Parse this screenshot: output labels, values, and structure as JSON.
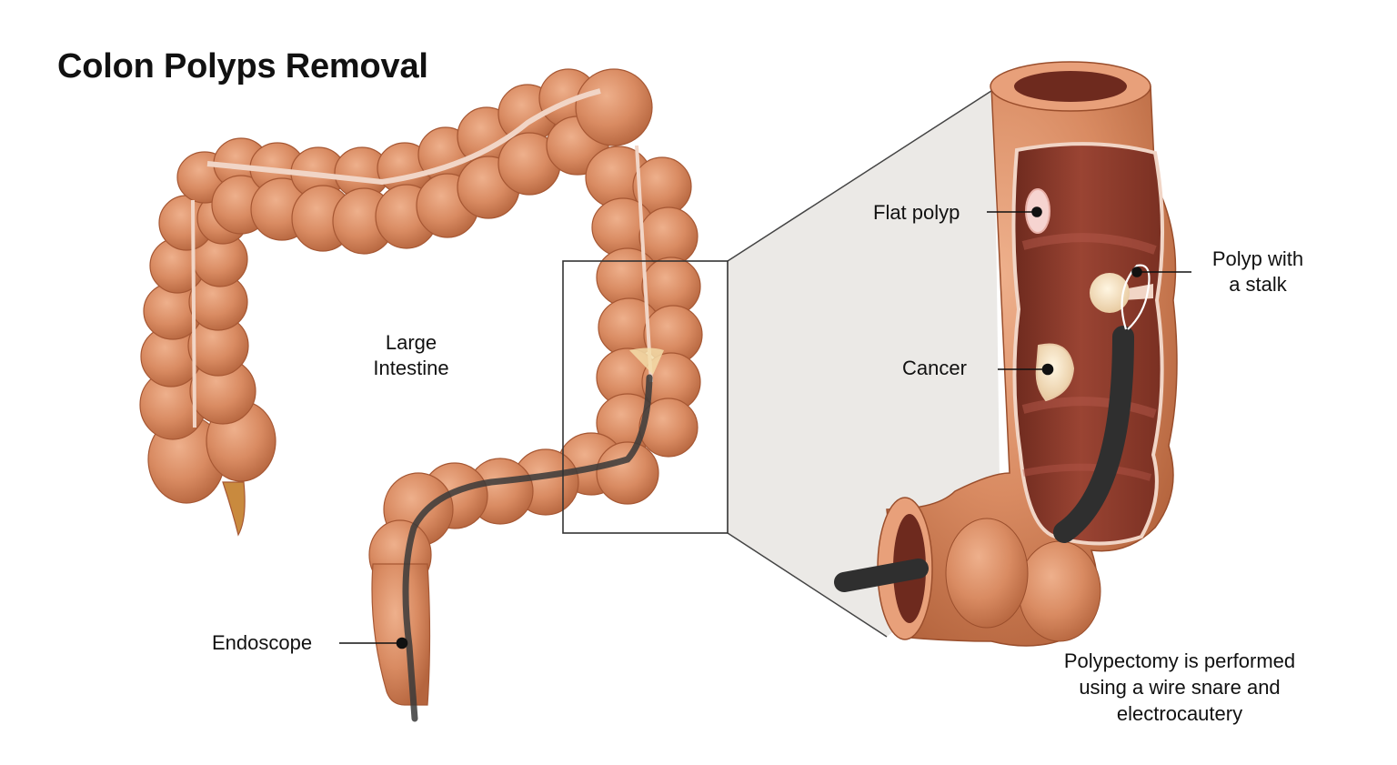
{
  "title": "Colon Polyps Removal",
  "labels": {
    "large_intestine": [
      "Large",
      "Intestine"
    ],
    "endoscope": "Endoscope",
    "flat_polyp": "Flat polyp",
    "polyp_with_stalk": [
      "Polyp with",
      "a stalk"
    ],
    "cancer": "Cancer",
    "caption": [
      "Polypectomy is performed",
      "using a wire snare and",
      "electrocautery"
    ]
  },
  "colors": {
    "colon": "#d98b62",
    "colon_shadow": "#b5653e",
    "colon_outline": "#9a4e2c",
    "mesentery": "#f1d5c6",
    "lumen": "#8e3a2a",
    "lumen_dark": "#6e2a1e",
    "endoscope": "#3a3a3a",
    "polyp": "#f3dfc0",
    "zoom_panel": "#ebe9e6"
  }
}
